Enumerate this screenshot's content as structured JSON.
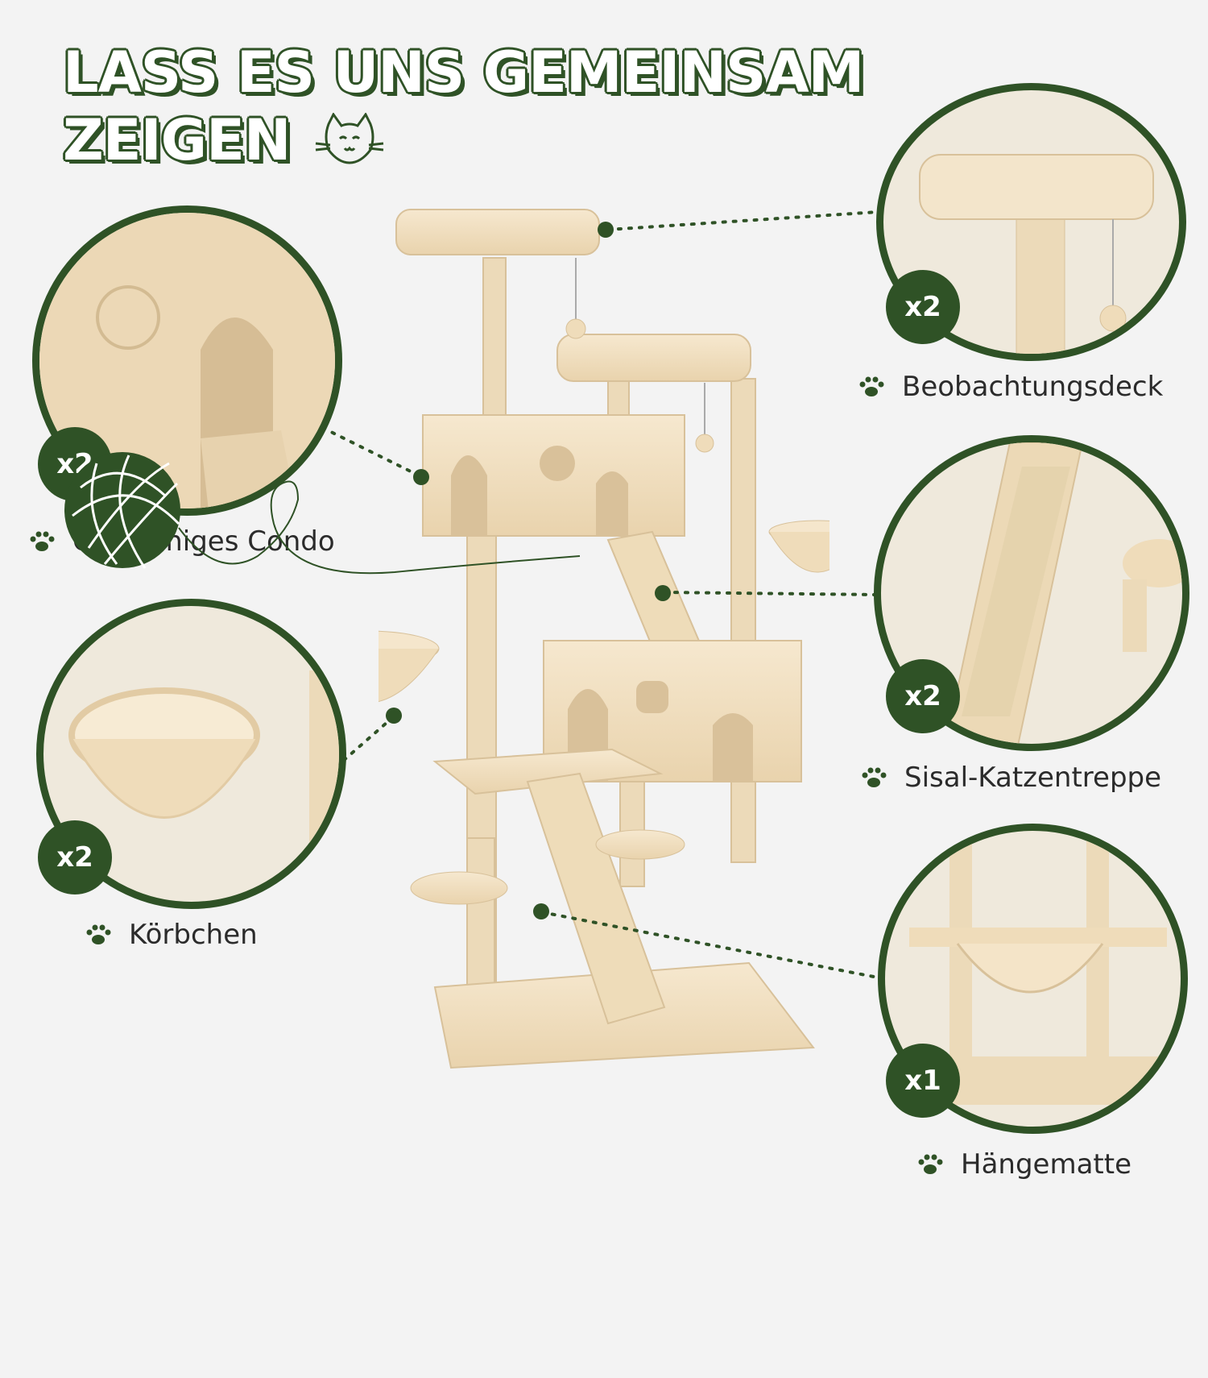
{
  "title": {
    "line1": "LASS ES UNS GEMEINSAM",
    "line2": "ZEIGEN"
  },
  "features": [
    {
      "name": "Beobachtungsdeck",
      "count": "x2"
    },
    {
      "name": "Geräumiges Condo",
      "count": "x2"
    },
    {
      "name": "Sisal-Katzentreppe",
      "count": "x2"
    },
    {
      "name": "Körbchen",
      "count": "x2"
    },
    {
      "name": "Hängematte",
      "count": "x1"
    }
  ],
  "colors": {
    "brand_green": "#2f5226",
    "plush_beige": "#efdcba",
    "background": "#f3f3f3"
  },
  "icons": [
    "cat-face-icon",
    "paw-icon",
    "yarn-ball-icon"
  ]
}
